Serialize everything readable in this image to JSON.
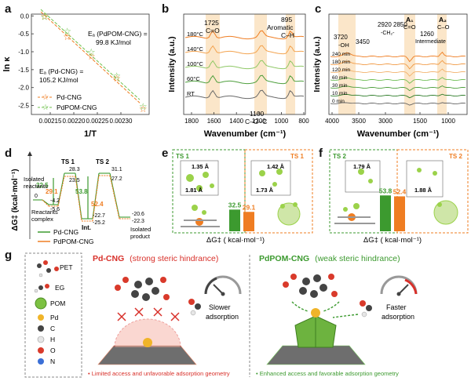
{
  "panels": {
    "a": "a",
    "b": "b",
    "c": "c",
    "d": "d",
    "e": "e",
    "f": "f",
    "g": "g"
  },
  "chart_data": [
    {
      "panel": "a",
      "type": "scatter",
      "xlabel": "1/T",
      "ylabel": "ln κ",
      "xlim": [
        0.00211,
        0.00236
      ],
      "ylim": [
        -2.75,
        0.05
      ],
      "xticks": [
        "0.00215",
        "0.00220",
        "0.00225",
        "0.00230"
      ],
      "yticks": [
        "0.0",
        "-0.5",
        "-1.0",
        "-1.5",
        "-2.0",
        "-2.5"
      ],
      "series": [
        {
          "name": "Pd-CNG",
          "color": "#ef7d22",
          "x": [
            0.002138,
            0.002186,
            0.002237,
            0.002291,
            0.002347
          ],
          "y": [
            -0.02,
            -0.58,
            -1.13,
            -1.74,
            -2.6
          ]
        },
        {
          "name": "PdPOM-CNG",
          "color": "#6fc24d",
          "x": [
            0.002138,
            0.002186,
            0.002237,
            0.002291,
            0.002347
          ],
          "y": [
            -0.03,
            -0.43,
            -1.01,
            -1.68,
            -2.53
          ]
        }
      ],
      "annotations": [
        "Eₐ (PdPOM-CNG) =",
        "99.8 KJ/mol",
        "Eₐ (Pd-CNG) =",
        "105.2 KJ/mol"
      ]
    },
    {
      "panel": "b",
      "type": "line",
      "xlabel": "Wavenumber (cm⁻¹)",
      "ylabel": "Intensity (a.u.)",
      "xticks": [
        "1800",
        "1600",
        "1400",
        "1200",
        "1000",
        "800"
      ],
      "series_labels": [
        "180°C",
        "140°C",
        "100°C",
        "60°C",
        "RT"
      ],
      "annotations": [
        "1725",
        "C=O",
        "895",
        "Aromatic",
        "C–H",
        "1100",
        "C–O–C"
      ]
    },
    {
      "panel": "c",
      "type": "line",
      "xlabel": "Wavenumber (cm⁻¹)",
      "ylabel": "Intensity (a.u.)",
      "xticks": [
        "4000",
        "3500",
        "3000",
        "1500",
        "1000"
      ],
      "series_labels": [
        "240 min",
        "180 min",
        "120 min",
        "60 min",
        "30 min",
        "10 min",
        "0 min"
      ],
      "annotations": [
        "3720",
        "-OH",
        "3450",
        "2920",
        "-CH₂-",
        "2850",
        "A₁",
        "C=O",
        "A₂",
        "C–O",
        "1260",
        "Intermediate"
      ]
    },
    {
      "panel": "d",
      "type": "line",
      "ylabel": "ΔG‡ (kcal·mol⁻¹)",
      "series": [
        {
          "name": "Pd-CNG",
          "color": "#3c9a2f"
        },
        {
          "name": "PdPOM-CNG",
          "color": "#ef7d22"
        }
      ],
      "levels": [
        "0",
        "-4.2",
        "-5.6",
        "28.3",
        "23.5",
        "32.5",
        "29.1",
        "53.8",
        "52.4",
        "-22.7",
        "-25.2",
        "31.1",
        "27.2",
        "-20.6",
        "-22.3"
      ],
      "labels": [
        "Isolated",
        "reactants",
        "Reactants",
        "complex",
        "TS 1",
        "TS 2",
        "Int.",
        "Isolated",
        "product"
      ]
    },
    {
      "panel": "e",
      "type": "bar",
      "xlabel": "ΔG‡ ( kcal·mol⁻¹)",
      "values": [
        32.5,
        29.1
      ],
      "colors": [
        "#3c9a2f",
        "#ef7d22"
      ],
      "labels": [
        "TS 1",
        "TS 1",
        "1.35 Å",
        "1.81 Å",
        "1.42 Å",
        "1.73 Å"
      ]
    },
    {
      "panel": "f",
      "type": "bar",
      "xlabel": "ΔG‡ ( kcal·mol⁻¹)",
      "values": [
        53.8,
        52.4
      ],
      "colors": [
        "#3c9a2f",
        "#ef7d22"
      ],
      "labels": [
        "TS 2",
        "TS 2",
        "1.79 Å",
        "1.88 Å"
      ]
    }
  ],
  "g": {
    "legend": [
      "PET",
      "EG",
      "POM",
      "Pd",
      "C",
      "H",
      "O",
      "N"
    ],
    "legend_colors": [
      "#f0b429",
      "#444444",
      "#e6e6e6",
      "#d93a2b",
      "#3b6fd6"
    ],
    "pd_title": "Pd-CNG",
    "pd_title_sub": "(strong steric hindrance)",
    "pd_gauge": "Slower\nadsorption",
    "pd_gauge_1": "Slower",
    "pd_gauge_2": "adsorption",
    "pd_footer": "• Limited access and unfavorable adsorption geometry",
    "pdpom_title": "PdPOM-CNG",
    "pdpom_title_sub": "(weak steric hindrance)",
    "pdpom_gauge_1": "Faster",
    "pdpom_gauge_2": "adsorption",
    "pdpom_footer": "• Enhanced access and favorable adsorption geometry",
    "red": "#d8302a",
    "green": "#3c9a2f"
  }
}
